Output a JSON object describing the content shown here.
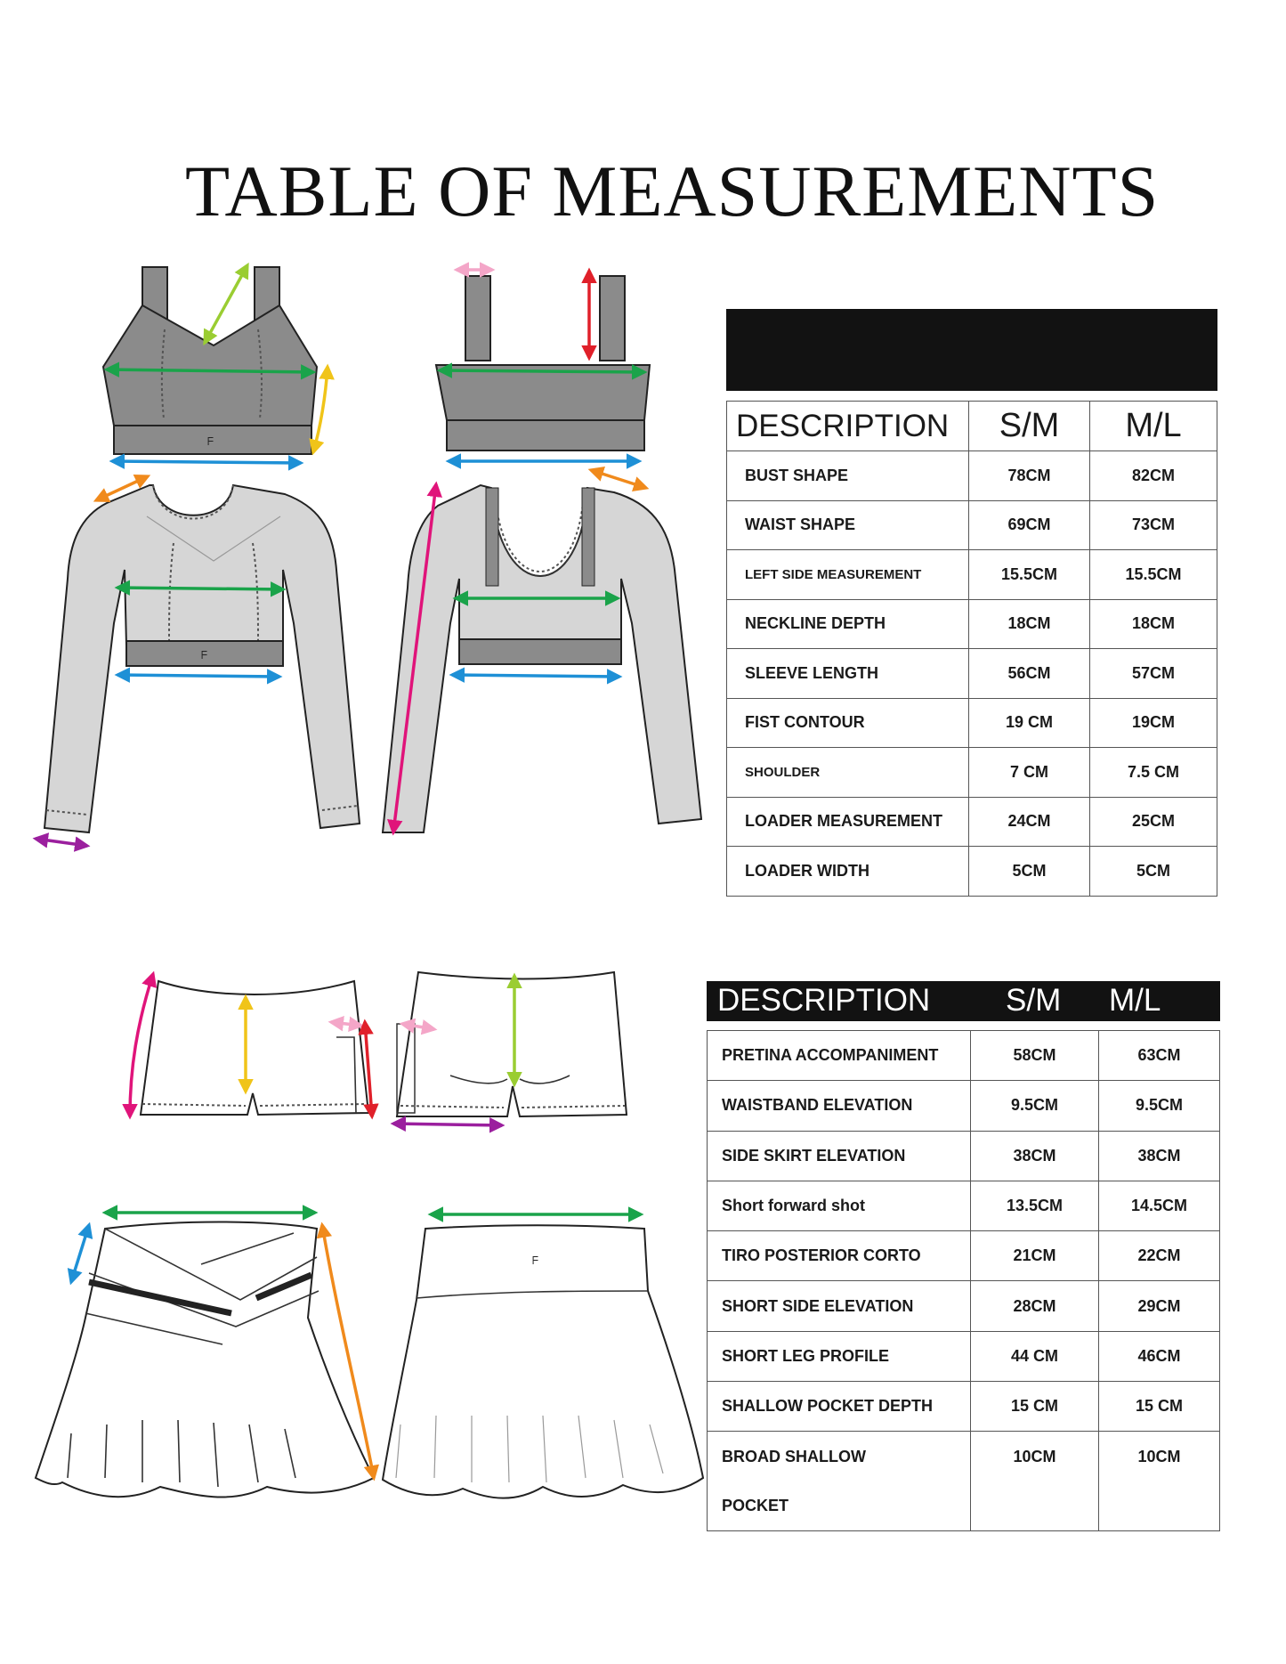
{
  "title": "TABLE OF MEASUREMENTS",
  "top_table": {
    "headers": [
      "DESCRIPTION",
      "S/M",
      "M/L"
    ],
    "rows": [
      {
        "label": "BUST SHAPE",
        "sm": "78CM",
        "ml": "82CM"
      },
      {
        "label": "WAIST SHAPE",
        "sm": "69CM",
        "ml": "73CM"
      },
      {
        "label": "LEFT SIDE MEASUREMENT",
        "sm": "15.5CM",
        "ml": "15.5CM"
      },
      {
        "label": "NECKLINE DEPTH",
        "sm": "18CM",
        "ml": "18CM"
      },
      {
        "label": "SLEEVE LENGTH",
        "sm": "56CM",
        "ml": "57CM"
      },
      {
        "label": "FIST CONTOUR",
        "sm": "19 CM",
        "ml": "19CM"
      },
      {
        "label": "SHOULDER",
        "sm": "7 CM",
        "ml": "7.5 CM"
      },
      {
        "label": "LOADER MEASUREMENT",
        "sm": "24CM",
        "ml": "25CM"
      },
      {
        "label": "LOADER WIDTH",
        "sm": "5CM",
        "ml": "5CM"
      }
    ]
  },
  "bottom_table": {
    "headers": [
      "DESCRIPTION",
      "S/M",
      "M/L"
    ],
    "rows": [
      {
        "label": "PRETINA ACCOMPANIMENT",
        "sm": "58CM",
        "ml": "63CM"
      },
      {
        "label": "WAISTBAND ELEVATION",
        "sm": "9.5CM",
        "ml": "9.5CM"
      },
      {
        "label": "SIDE SKIRT ELEVATION",
        "sm": "38CM",
        "ml": "38CM"
      },
      {
        "label": "Short forward shot",
        "sm": "13.5CM",
        "ml": "14.5CM"
      },
      {
        "label": "TIRO POSTERIOR CORTO",
        "sm": "21CM",
        "ml": "22CM"
      },
      {
        "label": "SHORT SIDE ELEVATION",
        "sm": "28CM",
        "ml": "29CM"
      },
      {
        "label": "SHORT LEG PROFILE",
        "sm": "44 CM",
        "ml": "46CM"
      },
      {
        "label": "SHALLOW POCKET DEPTH",
        "sm": "15 CM",
        "ml": "15 CM"
      },
      {
        "label": "BROAD SHALLOW",
        "sm": "10CM",
        "ml": "10CM"
      },
      {
        "label": "POCKET",
        "sm": "",
        "ml": ""
      }
    ]
  },
  "colors": {
    "green": "#1aa34a",
    "blue": "#1e90d6",
    "lime": "#9acd32",
    "yellow": "#f0c419",
    "orange": "#f08a1c",
    "pink": "#f4a6c8",
    "red": "#e0202a",
    "magenta": "#e0147a",
    "purple": "#9b1f9e"
  }
}
